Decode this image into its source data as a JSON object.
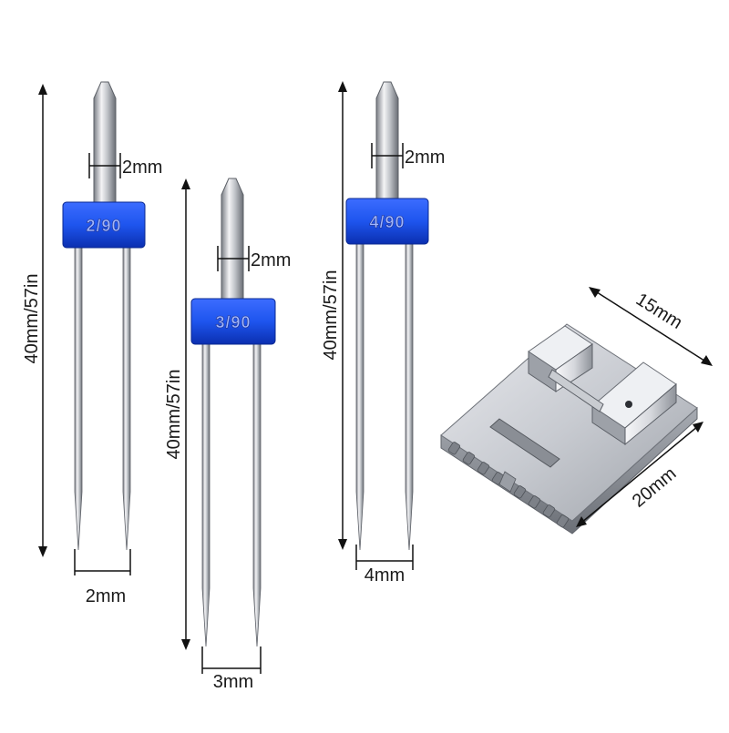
{
  "colors": {
    "clamp_blue": "#1e55ee",
    "clamp_dark": "#0b2fb0",
    "steel_light": "#f2f2f4",
    "steel_mid": "#b9bcc2",
    "steel_dark": "#6e7279",
    "dim_line": "#111111"
  },
  "needles": [
    {
      "clamp_label": "2/90",
      "length_label": "40mm/57in",
      "shank_label": "2mm",
      "spacing_label": "2mm"
    },
    {
      "clamp_label": "3/90",
      "length_label": "40mm/57in",
      "shank_label": "2mm",
      "spacing_label": "3mm"
    },
    {
      "clamp_label": "4/90",
      "length_label": "40mm/57in",
      "shank_label": "2mm",
      "spacing_label": "4mm"
    }
  ],
  "presser_foot": {
    "width_label": "15mm",
    "length_label": "20mm"
  }
}
